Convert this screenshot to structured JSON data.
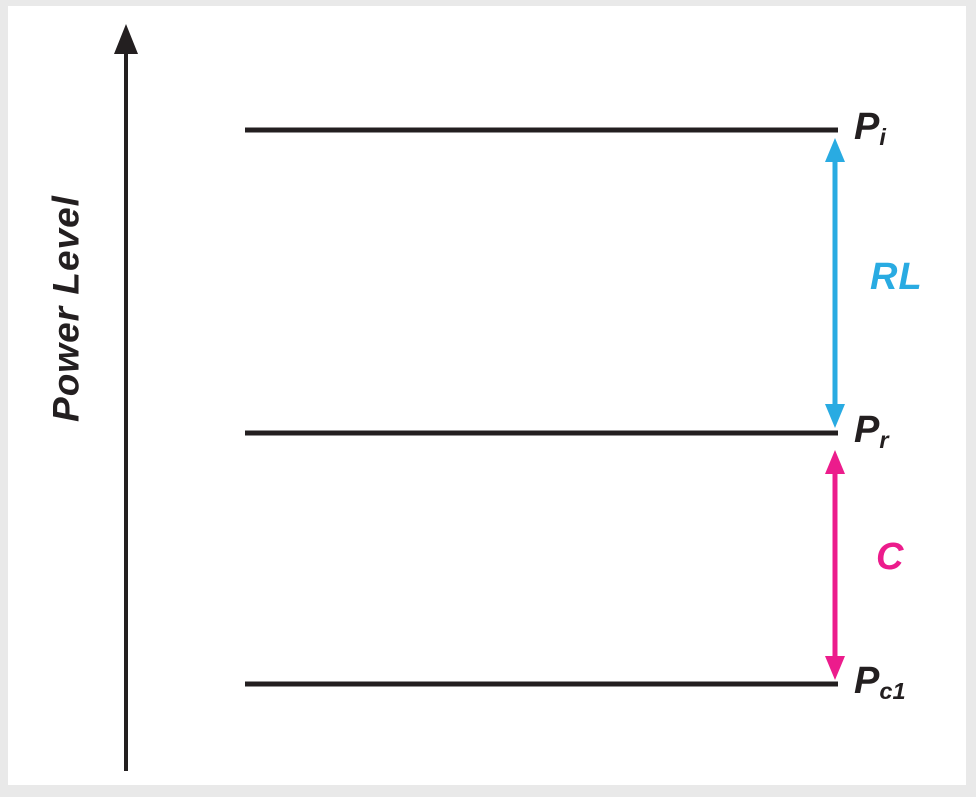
{
  "figure": {
    "background": "#ffffff",
    "frame_color": "#e9e9e9",
    "line_color": "#231f20"
  },
  "axis": {
    "label": "Power Level"
  },
  "levels": [
    {
      "id": "incident-power",
      "symbol": "P",
      "subscript": "i"
    },
    {
      "id": "reflected-power",
      "symbol": "P",
      "subscript": "r"
    },
    {
      "id": "coupled-power",
      "symbol": "P",
      "subscript": "c1"
    }
  ],
  "arrows": [
    {
      "id": "return-loss",
      "label": "RL",
      "color": "#29abe2"
    },
    {
      "id": "coupling",
      "label": "C",
      "color": "#ec1c8c"
    }
  ]
}
